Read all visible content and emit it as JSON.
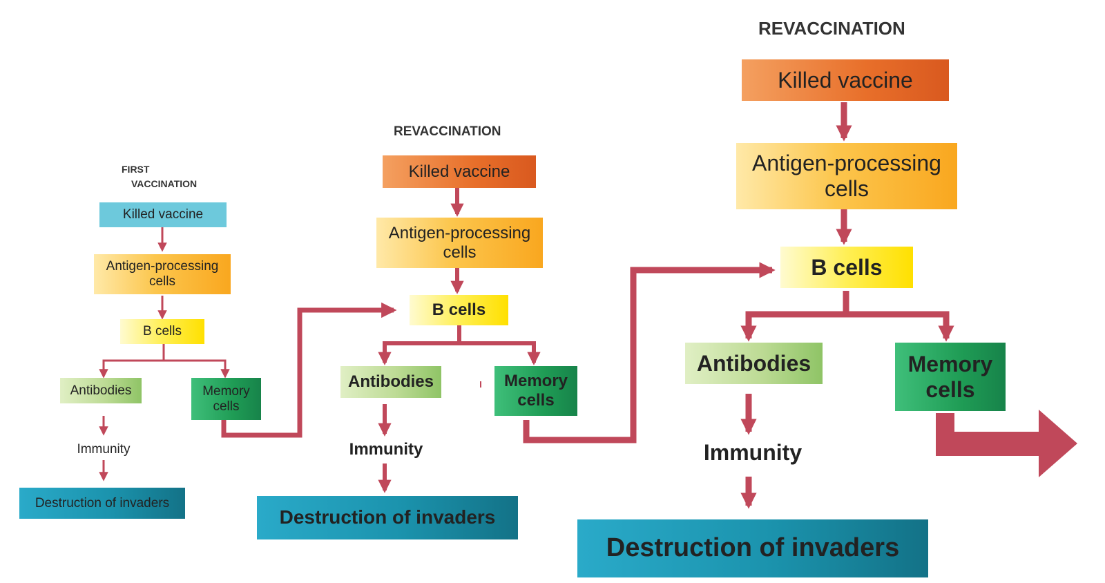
{
  "stage1": {
    "header_line1": "FIRST",
    "header_line2": "VACCINATION",
    "vaccine": "Killed vaccine",
    "apc_line1": "Antigen-processing",
    "apc_line2": "cells",
    "bcells": "B cells",
    "antibodies": "Antibodies",
    "memory_line1": "Memory",
    "memory_line2": "cells",
    "immunity": "Immunity",
    "destruction": "Destruction of invaders"
  },
  "stage2": {
    "header": "REVACCINATION",
    "vaccine": "Killed vaccine",
    "apc_line1": "Antigen-processing",
    "apc_line2": "cells",
    "bcells": "B cells",
    "antibodies": "Antibodies",
    "memory_line1": "Memory",
    "memory_line2": "cells",
    "immunity": "Immunity",
    "destruction": "Destruction of invaders"
  },
  "stage3": {
    "header": "REVACCINATION",
    "vaccine": "Killed vaccine",
    "apc_line1": "Antigen-processing",
    "apc_line2": "cells",
    "bcells": "B cells",
    "antibodies": "Antibodies",
    "memory_line1": "Memory",
    "memory_line2": "cells",
    "immunity": "Immunity",
    "destruction": "Destruction of invaders"
  },
  "colors": {
    "arrow": "#c0485a",
    "first_vaccine_box": "#6dc9dc",
    "revaccine_box": "#e86f2a",
    "apc_box": "#fcc64d",
    "bcells_box": "#ffef55",
    "antibodies_box": "#bddb95",
    "memory_box": "#1f9c55",
    "destruction_box": "#1b93ad"
  }
}
